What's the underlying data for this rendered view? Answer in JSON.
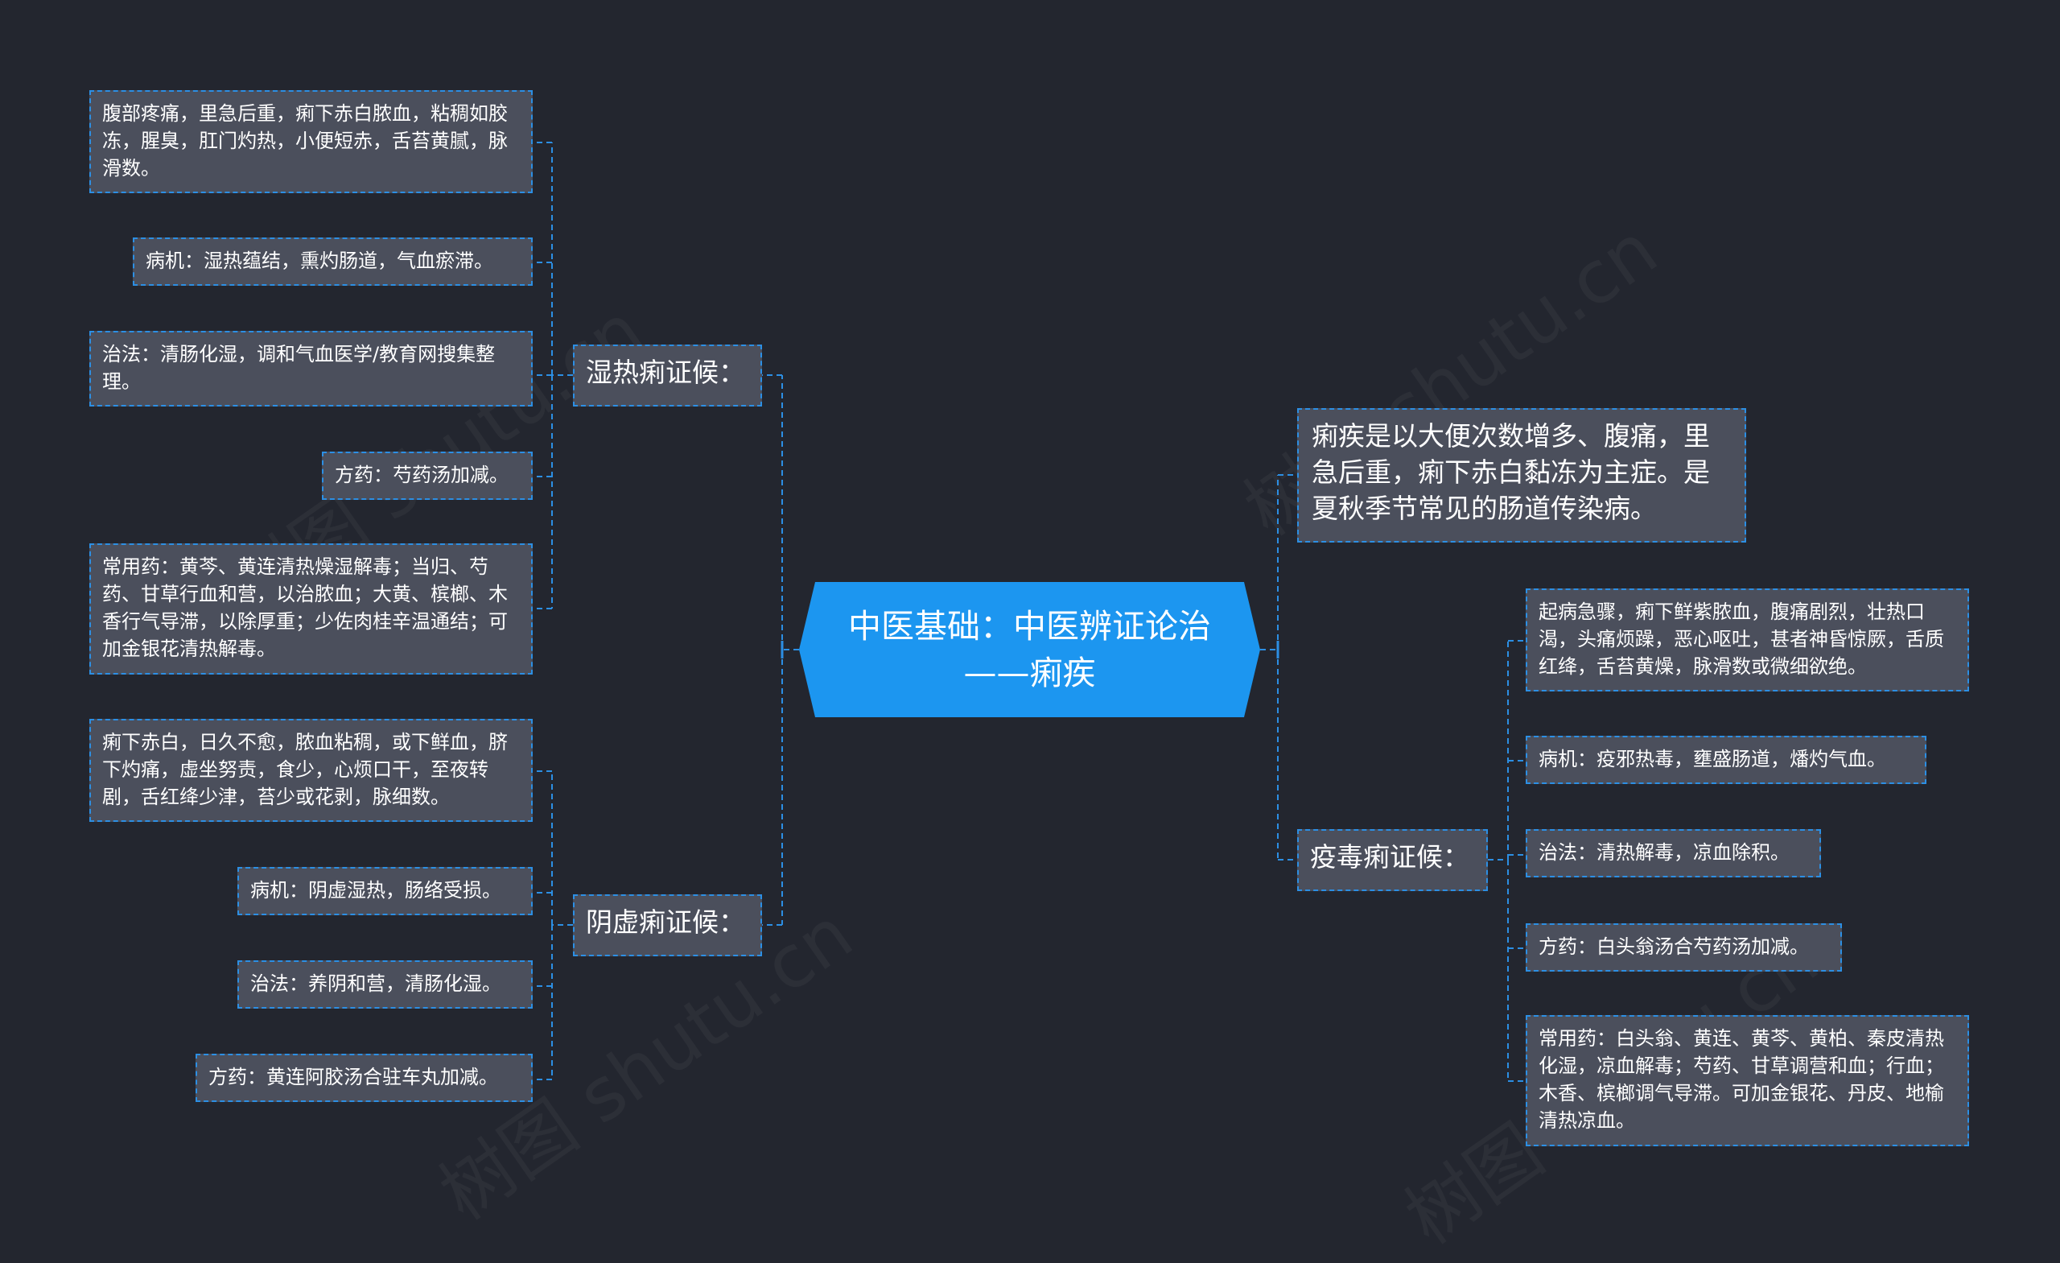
{
  "root": {
    "title": "中医基础：中医辨证论治——痢疾"
  },
  "intro": {
    "text": "痢疾是以大便次数增多、腹痛，里急后重，痢下赤白黏冻为主症。是夏秋季节常见的肠道传染病。"
  },
  "branches": {
    "shire": {
      "label": "湿热痢证候：",
      "symptoms": "腹部疼痛，里急后重，痢下赤白脓血，粘稠如胶冻，腥臭，肛门灼热，小便短赤，舌苔黄腻，脉滑数。",
      "pathogenesis": "病机：湿热蕴结，熏灼肠道，气血瘀滞。",
      "treatment": "治法：清肠化湿，调和气血医学/教育网搜集整理。",
      "formula": "方药：芍药汤加减。",
      "herbs": "常用药：黄芩、黄连清热燥湿解毒；当归、芍药、甘草行血和营，以治脓血；大黄、槟榔、木香行气导滞，以除厚重；少佐肉桂辛温通结；可加金银花清热解毒。"
    },
    "yinxu": {
      "label": "阴虚痢证候：",
      "symptoms": "痢下赤白，日久不愈，脓血粘稠，或下鲜血，脐下灼痛，虚坐努责，食少，心烦口干，至夜转剧，舌红绛少津，苔少或花剥，脉细数。",
      "pathogenesis": "病机：阴虚湿热，肠络受损。",
      "treatment": "治法：养阴和营，清肠化湿。",
      "formula": "方药：黄连阿胶汤合驻车丸加减。"
    },
    "yidu": {
      "label": "疫毒痢证候：",
      "symptoms": "起病急骤，痢下鲜紫脓血，腹痛剧烈，壮热口渴，头痛烦躁，恶心呕吐，甚者神昏惊厥，舌质红绛，舌苔黄燥，脉滑数或微细欲绝。",
      "pathogenesis": "病机：疫邪热毒，壅盛肠道，燔灼气血。",
      "treatment": "治法：清热解毒，凉血除积。",
      "formula": "方药：白头翁汤合芍药汤加减。",
      "herbs": "常用药：白头翁、黄连、黄芩、黄柏、秦皮清热化湿，凉血解毒；芍药、甘草调营和血；行血；木香、槟榔调气导滞。可加金银花、丹皮、地榆清热凉血。"
    }
  },
  "watermark": {
    "text": "树图 shutu.cn"
  },
  "colors": {
    "background": "#23262f",
    "node_fill": "#4b4f5c",
    "accent": "#1c96f0",
    "connector": "#2c8fe4",
    "text": "#ffffff"
  }
}
